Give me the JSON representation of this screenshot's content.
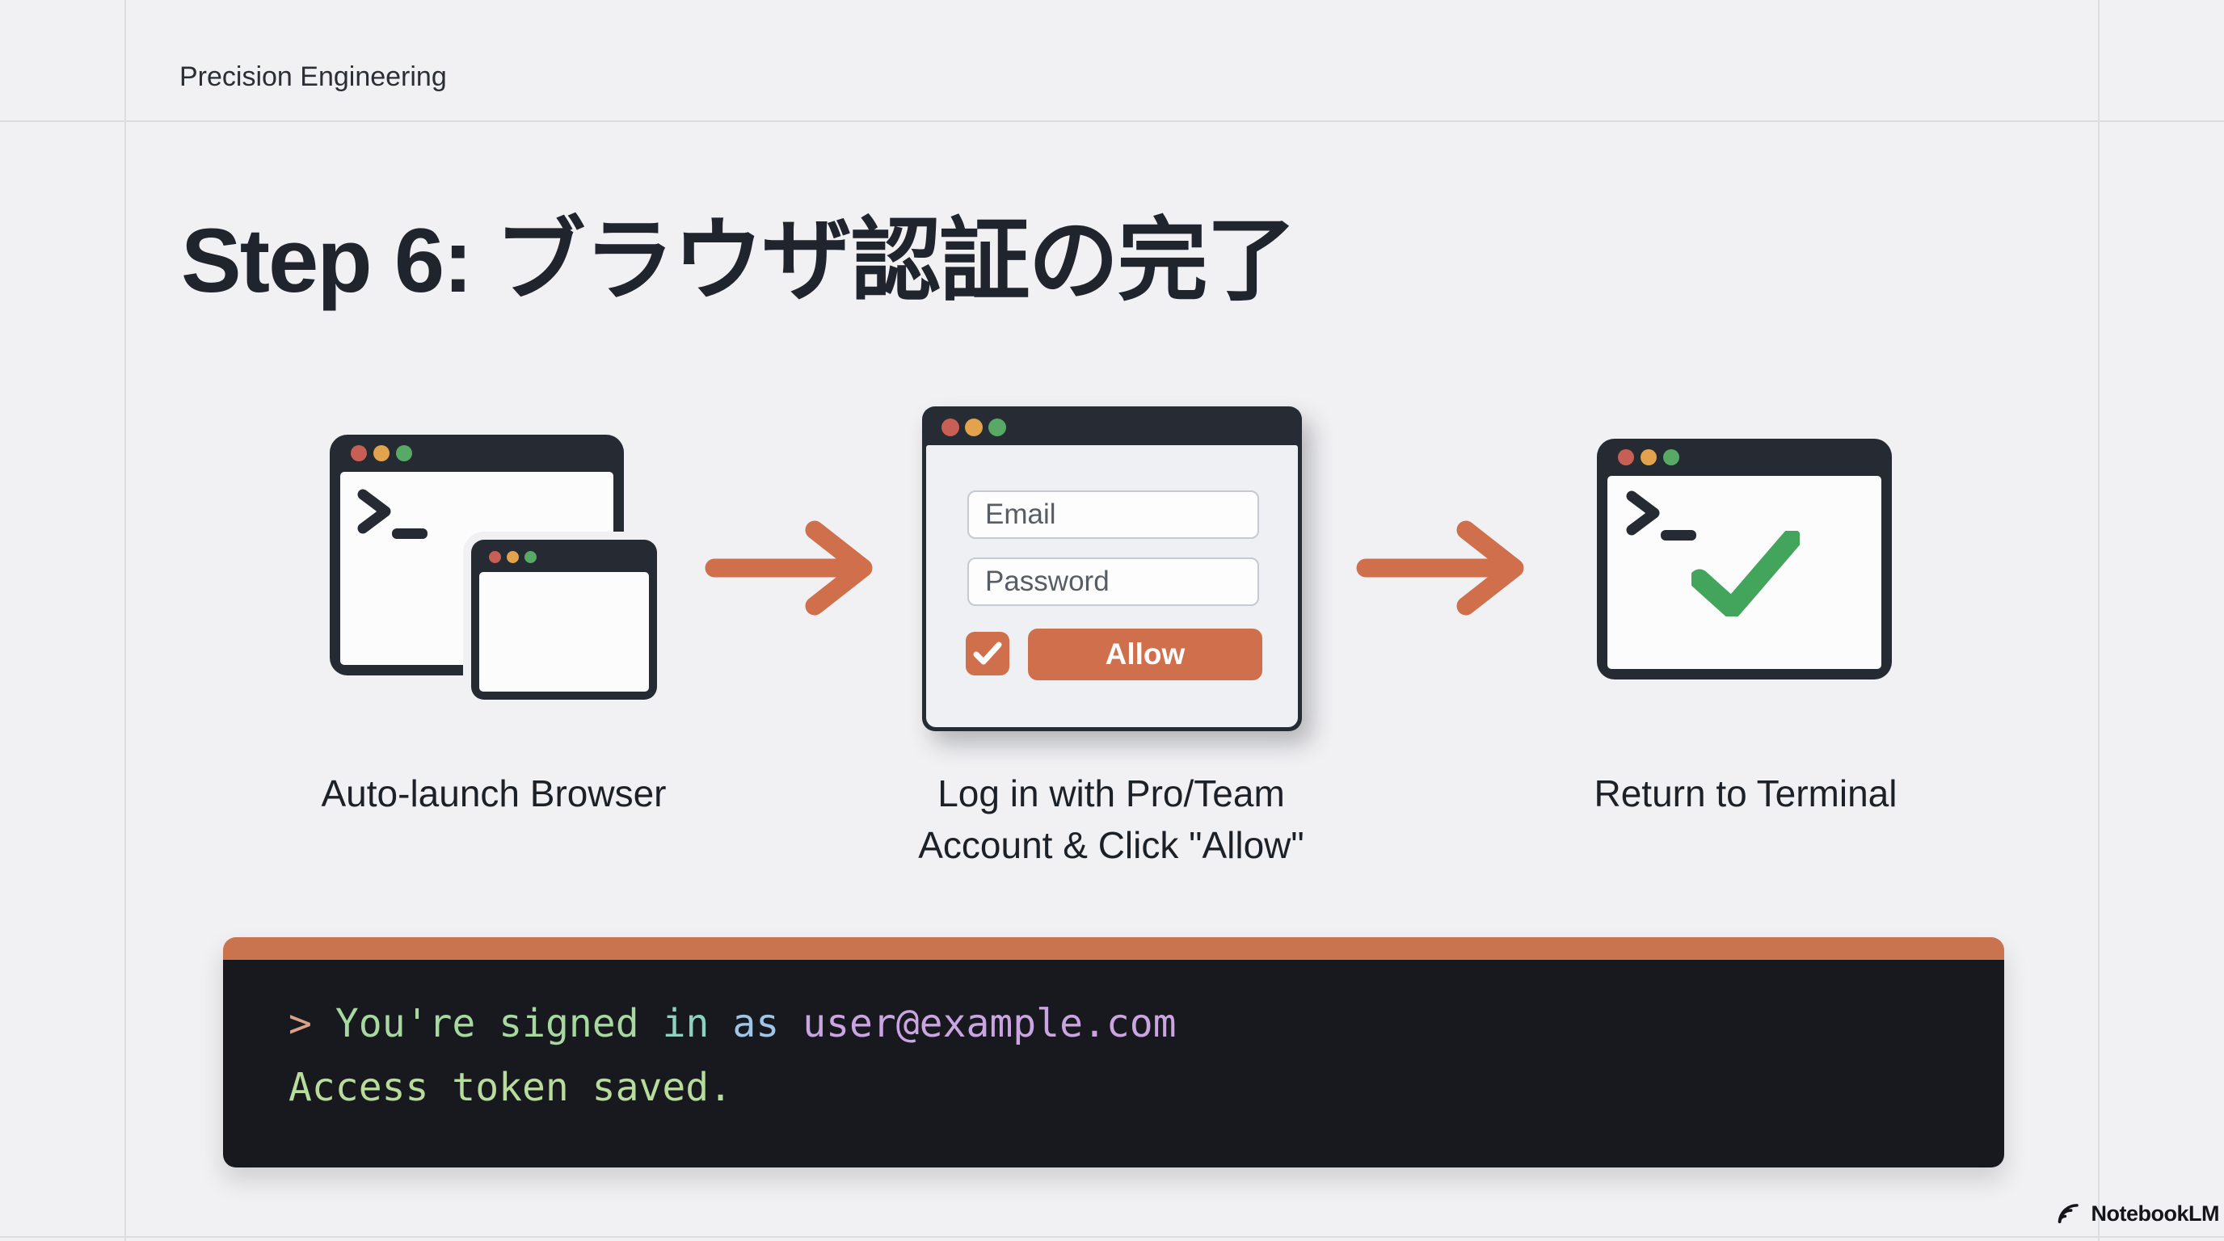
{
  "slide": {
    "brand": "Precision Engineering",
    "title": "Step 6: ブラウザ認証の完了",
    "watermark": "NotebookLM"
  },
  "steps": [
    {
      "caption": "Auto-launch Browser"
    },
    {
      "caption_line1": "Log in with Pro/Team",
      "caption_line2": "Account & Click \"Allow\""
    },
    {
      "caption": "Return to Terminal"
    }
  ],
  "login_form": {
    "email_placeholder": "Email",
    "password_placeholder": "Password",
    "allow_button": "Allow",
    "checkbox_checked": true
  },
  "terminal_output": {
    "prompt": ">",
    "line1_part1": "You're signed",
    "line1_part2": "in",
    "line1_part3": "as",
    "line1_email": "user@example.com",
    "line2": "Access token saved."
  },
  "colors": {
    "background": "#f1f1f3",
    "grid_line": "#dcddde",
    "accent_orange": "#cf6f4c",
    "terminal_accent_bar": "#c9744f",
    "window_dark": "#262a33",
    "success_green": "#43a55c",
    "dot_red": "#c85f54",
    "dot_orange": "#e3a24c",
    "dot_green": "#58a966",
    "terminal_bg": "#17191f",
    "term_prompt": "#dba183",
    "term_green": "#a7d8a0",
    "term_teal": "#8ed1c0",
    "term_blue": "#9fc6e6",
    "term_purple": "#cba5e2",
    "term_line2_green": "#b7dc9b"
  }
}
